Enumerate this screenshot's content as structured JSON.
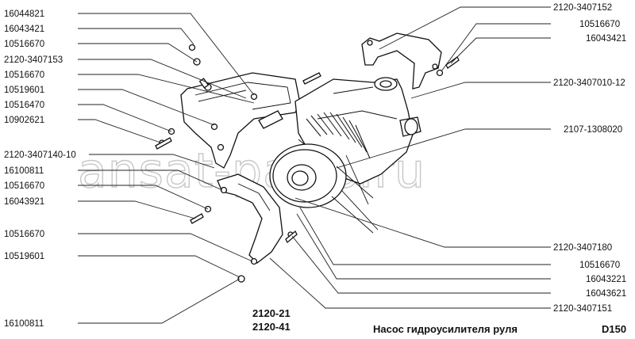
{
  "left_labels": [
    "16044821",
    "16043421",
    "10516670",
    "2120-3407153",
    "10516670",
    "10519601",
    "10516470",
    "10902621",
    "2120-3407140-10",
    "16100811",
    "10516670",
    "16043921",
    "10516670",
    "10519601",
    "16100811"
  ],
  "right_labels": [
    "2120-3407152",
    "10516670",
    "16043421",
    "2120-3407010-12",
    "2107-1308020",
    "2120-3407180",
    "10516670",
    "16043221",
    "16043621",
    "2120-3407151"
  ],
  "models": [
    "2120-21",
    "2120-41"
  ],
  "caption": "Насос гидроусилителя руля",
  "diagram_code": "D150",
  "watermark": "ansat-parts.ru"
}
